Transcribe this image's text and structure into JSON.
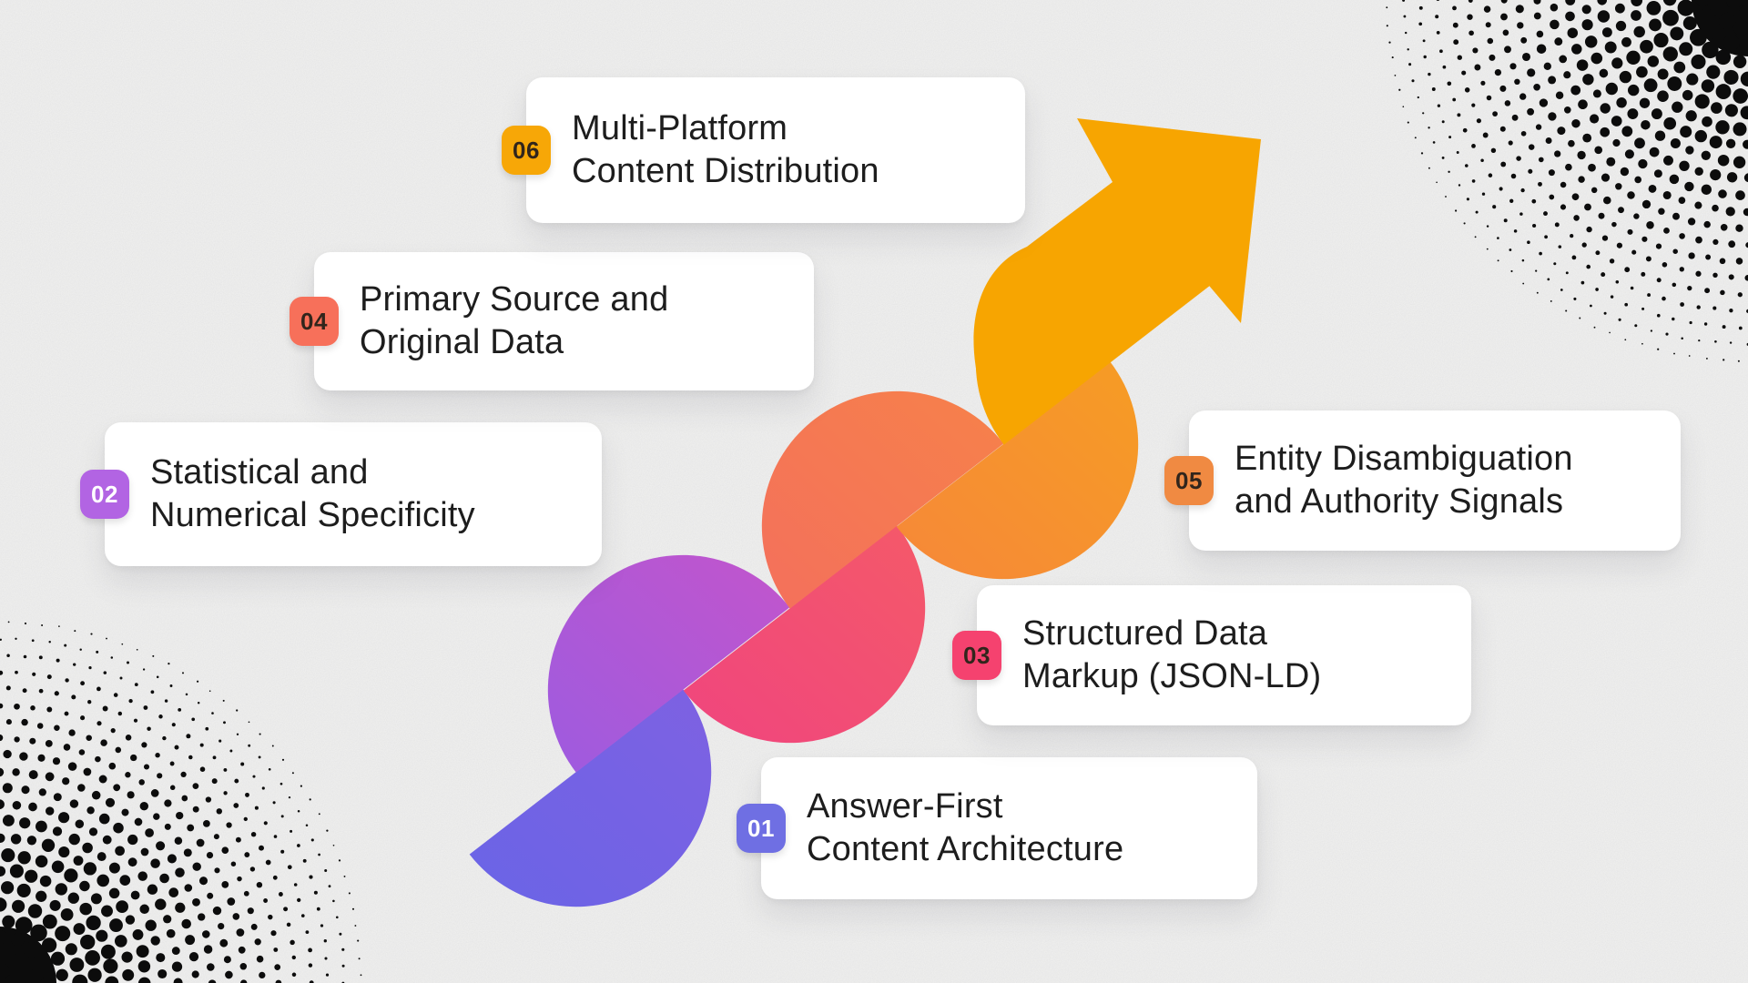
{
  "background": {
    "base_color": "#f1f1f0",
    "grain_color": "#858585",
    "halftone_color": "#0c0c0c"
  },
  "arrow": {
    "color": "#F7A501",
    "direction": "up-right"
  },
  "steps": [
    {
      "number": "01",
      "title_line1": "Answer-First",
      "title_line2": "Content Architecture",
      "badge_color": "#6F6FE3",
      "badge_text_color": "#FFFFFF",
      "disc_color": "#6A64E6",
      "disc_color2": "#7E61E2"
    },
    {
      "number": "02",
      "title_line1": "Statistical and",
      "title_line2": "Numerical Specificity",
      "badge_color": "#B264E3",
      "badge_text_color": "#FFFFFF",
      "disc_color": "#9E5BDF",
      "disc_color2": "#C255CC"
    },
    {
      "number": "03",
      "title_line1": "Structured Data",
      "title_line2": "Markup (JSON-LD)",
      "badge_color": "#F5426F",
      "badge_text_color": "#31251C",
      "disc_color": "#F0457E",
      "disc_color2": "#F45969"
    },
    {
      "number": "04",
      "title_line1": "Primary Source and",
      "title_line2": "Original Data",
      "badge_color": "#F7705A",
      "badge_text_color": "#31251C",
      "disc_color": "#F4705C",
      "disc_color2": "#F6814A"
    },
    {
      "number": "05",
      "title_line1": "Entity Disambiguation",
      "title_line2": "and Authority Signals",
      "badge_color": "#F08A42",
      "badge_text_color": "#31251C",
      "disc_color": "#F68839",
      "disc_color2": "#F69C24"
    },
    {
      "number": "06",
      "title_line1": "Multi-Platform",
      "title_line2": "Content Distribution",
      "badge_color": "#F7A707",
      "badge_text_color": "#31251C",
      "disc_color": "#F7A501",
      "disc_color2": "#F7A501"
    }
  ]
}
